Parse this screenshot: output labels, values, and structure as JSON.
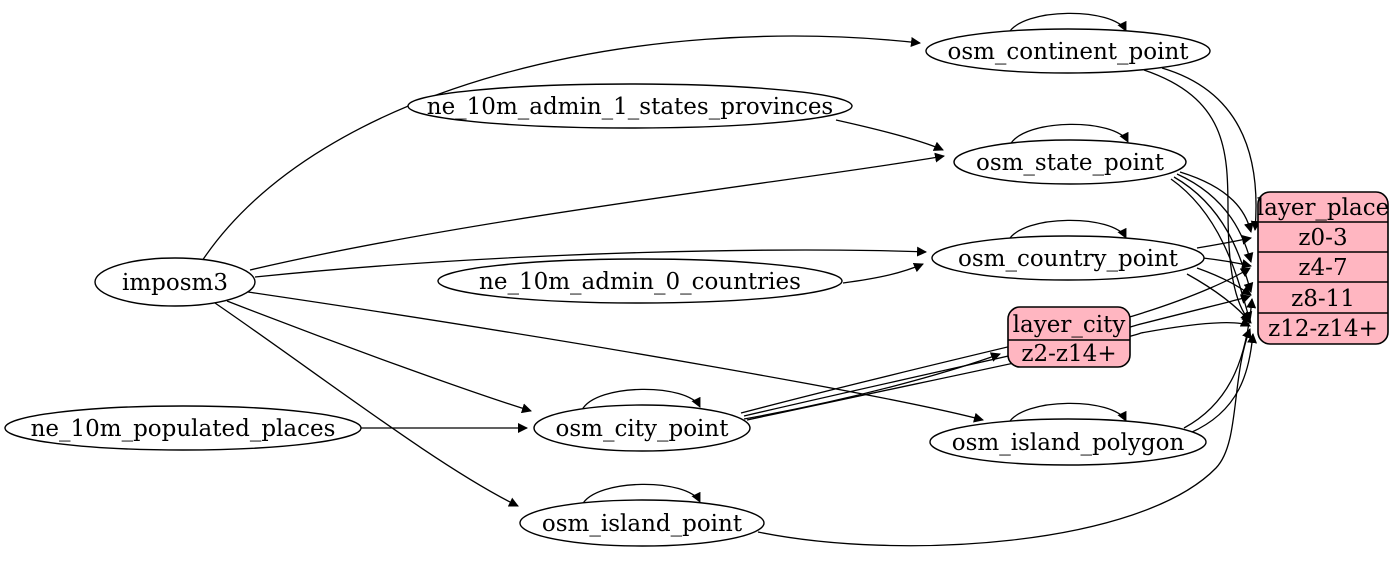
{
  "colors": {
    "background": "#ffffff",
    "node_fill": "#ffffff",
    "record_fill": "#ffb6c1",
    "stroke": "#000000"
  },
  "nodes": {
    "imposm3": {
      "label": "imposm3"
    },
    "ne_states": {
      "label": "ne_10m_admin_1_states_provinces"
    },
    "ne_countries": {
      "label": "ne_10m_admin_0_countries"
    },
    "ne_places": {
      "label": "ne_10m_populated_places"
    },
    "continent": {
      "label": "osm_continent_point"
    },
    "state": {
      "label": "osm_state_point"
    },
    "country": {
      "label": "osm_country_point"
    },
    "city": {
      "label": "osm_city_point"
    },
    "island_polygon": {
      "label": "osm_island_polygon"
    },
    "island_point": {
      "label": "osm_island_point"
    }
  },
  "records": {
    "layer_city": {
      "title": "layer_city",
      "rows": [
        "z2-z14+"
      ]
    },
    "layer_place": {
      "title": "layer_place",
      "rows": [
        "z0-3",
        "z4-7",
        "z8-11",
        "z12-z14+"
      ]
    }
  },
  "edges": [
    {
      "from": "imposm3",
      "to": "osm_continent_point"
    },
    {
      "from": "imposm3",
      "to": "osm_state_point"
    },
    {
      "from": "imposm3",
      "to": "osm_country_point"
    },
    {
      "from": "imposm3",
      "to": "osm_city_point"
    },
    {
      "from": "imposm3",
      "to": "osm_island_polygon"
    },
    {
      "from": "imposm3",
      "to": "osm_island_point"
    },
    {
      "from": "ne_10m_admin_1_states_provinces",
      "to": "osm_state_point"
    },
    {
      "from": "ne_10m_admin_0_countries",
      "to": "osm_country_point"
    },
    {
      "from": "ne_10m_populated_places",
      "to": "osm_city_point"
    },
    {
      "from": "osm_continent_point",
      "to": "osm_continent_point"
    },
    {
      "from": "osm_state_point",
      "to": "osm_state_point"
    },
    {
      "from": "osm_country_point",
      "to": "osm_country_point"
    },
    {
      "from": "osm_city_point",
      "to": "osm_city_point"
    },
    {
      "from": "osm_island_polygon",
      "to": "osm_island_polygon"
    },
    {
      "from": "osm_island_point",
      "to": "osm_island_point"
    },
    {
      "from": "osm_continent_point",
      "to": "layer_place:z0-3"
    },
    {
      "from": "osm_continent_point",
      "to": "layer_place:z12-z14+"
    },
    {
      "from": "osm_state_point",
      "to": "layer_place:z0-3"
    },
    {
      "from": "osm_state_point",
      "to": "layer_place:z4-7"
    },
    {
      "from": "osm_state_point",
      "to": "layer_place:z8-11"
    },
    {
      "from": "osm_state_point",
      "to": "layer_place:z12-z14+"
    },
    {
      "from": "osm_country_point",
      "to": "layer_place:z0-3"
    },
    {
      "from": "osm_country_point",
      "to": "layer_place:z4-7"
    },
    {
      "from": "osm_country_point",
      "to": "layer_place:z8-11"
    },
    {
      "from": "osm_country_point",
      "to": "layer_place:z12-z14+"
    },
    {
      "from": "osm_city_point",
      "to": "layer_city:z2-z14+"
    },
    {
      "from": "osm_city_point",
      "to": "layer_place:z4-7"
    },
    {
      "from": "osm_city_point",
      "to": "layer_place:z8-11"
    },
    {
      "from": "osm_city_point",
      "to": "layer_place:z12-z14+"
    },
    {
      "from": "osm_island_polygon",
      "to": "layer_place:z8-11"
    },
    {
      "from": "osm_island_polygon",
      "to": "layer_place:z12-z14+"
    },
    {
      "from": "osm_island_point",
      "to": "layer_place:z12-z14+"
    }
  ]
}
